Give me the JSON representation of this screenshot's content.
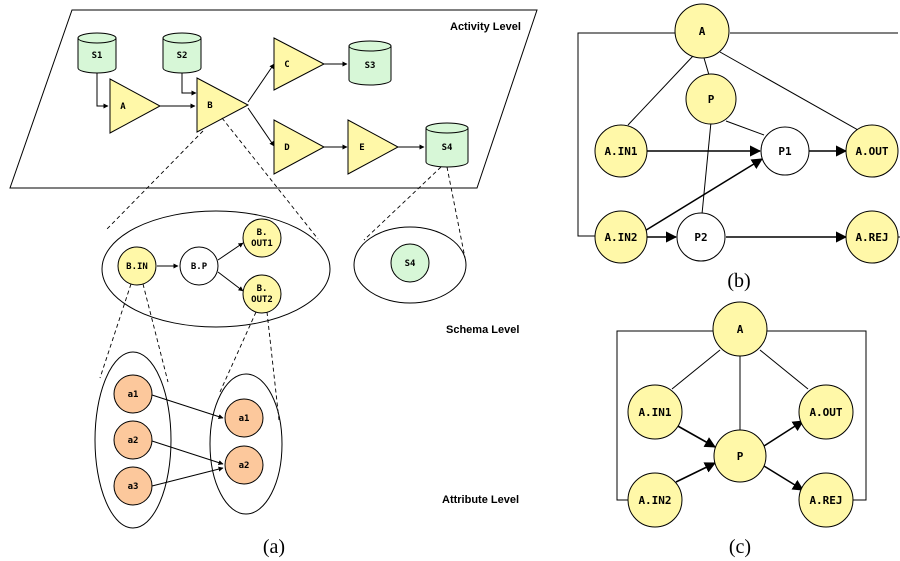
{
  "panel_a": {
    "caption": "(a)",
    "levels": {
      "activity": "Activity Level",
      "schema": "Schema Level",
      "attribute": "Attribute Level"
    },
    "recordsets": {
      "s1": "S1",
      "s2": "S2",
      "s3": "S3",
      "s4": "S4"
    },
    "activities": {
      "a": "A",
      "b": "B",
      "c": "C",
      "d": "D",
      "e": "E"
    },
    "schema": {
      "b_in": "B.IN",
      "b_p": "B.P",
      "b_out1_l1": "B.",
      "b_out1_l2": "OUT1",
      "b_out2_l1": "B.",
      "b_out2_l2": "OUT2",
      "s4": "S4"
    },
    "attributes": {
      "left": [
        "a1",
        "a2",
        "a3"
      ],
      "right": [
        "a1",
        "a2"
      ]
    }
  },
  "panel_b": {
    "caption": "(b)",
    "nodes": {
      "a": "A",
      "p": "P",
      "a_in1": "A.IN1",
      "p1": "P1",
      "a_out": "A.OUT",
      "a_in2": "A.IN2",
      "p2": "P2",
      "a_rej": "A.REJ"
    }
  },
  "panel_c": {
    "caption": "(c)",
    "nodes": {
      "a": "A",
      "a_in1": "A.IN1",
      "a_out": "A.OUT",
      "p": "P",
      "a_in2": "A.IN2",
      "a_rej": "A.REJ"
    }
  },
  "colors": {
    "activity_node": "#fff8a8",
    "recordset": "#d7f7d7",
    "attribute": "#fcc89c",
    "plain_node": "#ffffff"
  }
}
